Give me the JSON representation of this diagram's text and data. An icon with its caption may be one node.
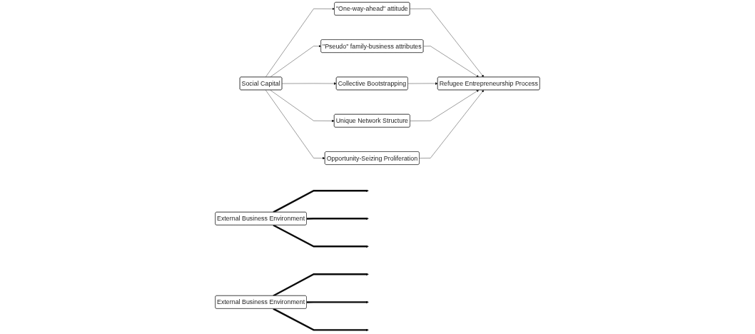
{
  "diagram": {
    "nodes": [
      {
        "text": [
          "External Business Environment"
        ]
      },
      {
        "text": [
          "Social Capital"
        ]
      },
      {
        "text": [
          "\"One-way-ahead\" attitude"
        ]
      },
      {
        "text": [
          "\"Pseudo\" family-business attributes"
        ]
      },
      {
        "text": [
          "Collective Bootstrapping"
        ]
      },
      {
        "text": [
          "Unique Network Structure"
        ]
      },
      {
        "text": [
          "Opportunity-Seizing Proliferation"
        ]
      },
      {
        "text": [
          "Refugee Entrepreneurship Process"
        ]
      },
      {
        "text": [
          "External Business Environment"
        ]
      }
    ],
    "edges": [
      {
        "from": 0,
        "to": null,
        "arrow": "to",
        "style": "thick"
      },
      {
        "from": 0,
        "to": null,
        "arrow": "to",
        "style": "thick"
      },
      {
        "from": 0,
        "to": null,
        "arrow": "to",
        "style": "thick"
      },
      {
        "from": 1,
        "to": 2,
        "arrow": "to"
      },
      {
        "from": 1,
        "to": 3,
        "arrow": "to"
      },
      {
        "from": 1,
        "to": 4,
        "arrow": "to"
      },
      {
        "from": 1,
        "to": 5,
        "arrow": "to"
      },
      {
        "from": 1,
        "to": 6,
        "arrow": "to"
      },
      {
        "from": 2,
        "to": 7,
        "arrow": "to"
      },
      {
        "from": 3,
        "to": 7,
        "arrow": "to"
      },
      {
        "from": 4,
        "to": 7,
        "arrow": "to"
      },
      {
        "from": 5,
        "to": 7,
        "arrow": "to"
      },
      {
        "from": 6,
        "to": 7,
        "arrow": "to"
      },
      {
        "from": 8,
        "to": null,
        "arrow": "to",
        "style": "thick"
      },
      {
        "from": 8,
        "to": null,
        "arrow": "to",
        "style": "thick"
      },
      {
        "from": 8,
        "to": null,
        "arrow": "to",
        "style": "thick"
      }
    ]
  }
}
